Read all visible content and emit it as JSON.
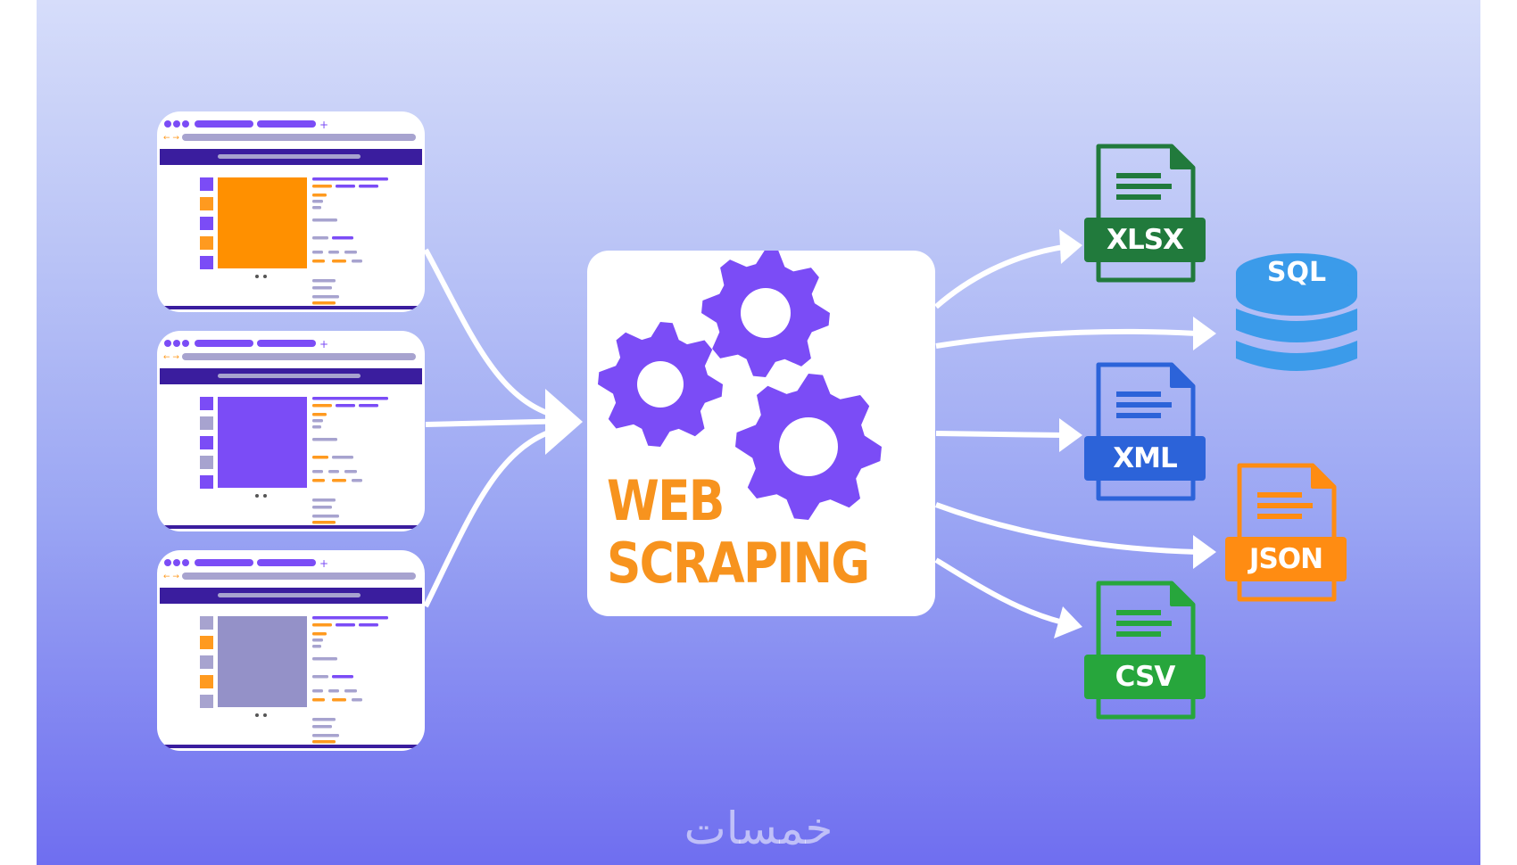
{
  "title": {
    "line1": "WEB",
    "line2": "SCRAPING"
  },
  "formats": {
    "xlsx": "XLSX",
    "sql": "SQL",
    "xml": "XML",
    "json": "JSON",
    "csv": "CSV"
  },
  "colors": {
    "gear": "#7b4cf6",
    "title": "#f7931e",
    "xlsx": "#217a3c",
    "sql": "#3b9bea",
    "xml": "#2c63d9",
    "json": "#ff8c12",
    "csv": "#27a63c",
    "arrow": "#ffffff"
  },
  "sources": [
    {
      "accent": "#ff9000"
    },
    {
      "accent": "#7b4cf6"
    },
    {
      "accent": "#9491c8"
    }
  ],
  "brand": {
    "logo_text": "خمسات"
  }
}
